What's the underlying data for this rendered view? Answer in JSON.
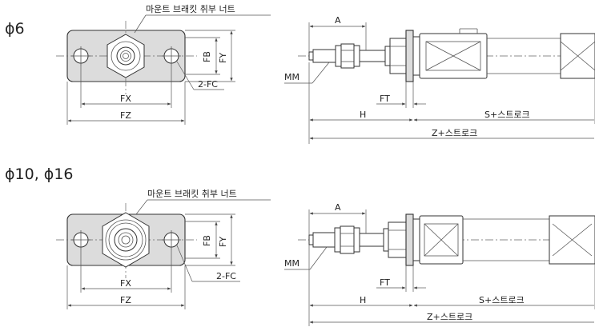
{
  "sections": [
    {
      "title": "ϕ6",
      "nut_label": "마운트 브래킷 취부 너트",
      "labels": {
        "fx": "FX",
        "fz": "FZ",
        "fb": "FB",
        "fy": "FY",
        "fc": "2-FC",
        "a": "A",
        "mm": "MM",
        "ft": "FT",
        "h": "H",
        "s_stroke": "S+스트로크",
        "z_stroke": "Z+스트로크"
      }
    },
    {
      "title": "ϕ10, ϕ16",
      "nut_label": "마운트 브래킷 취부 너트",
      "labels": {
        "fx": "FX",
        "fz": "FZ",
        "fb": "FB",
        "fy": "FY",
        "fc": "2-FC",
        "a": "A",
        "mm": "MM",
        "ft": "FT",
        "h": "H",
        "s_stroke": "S+스트로크",
        "z_stroke": "Z+스트로크"
      }
    }
  ]
}
